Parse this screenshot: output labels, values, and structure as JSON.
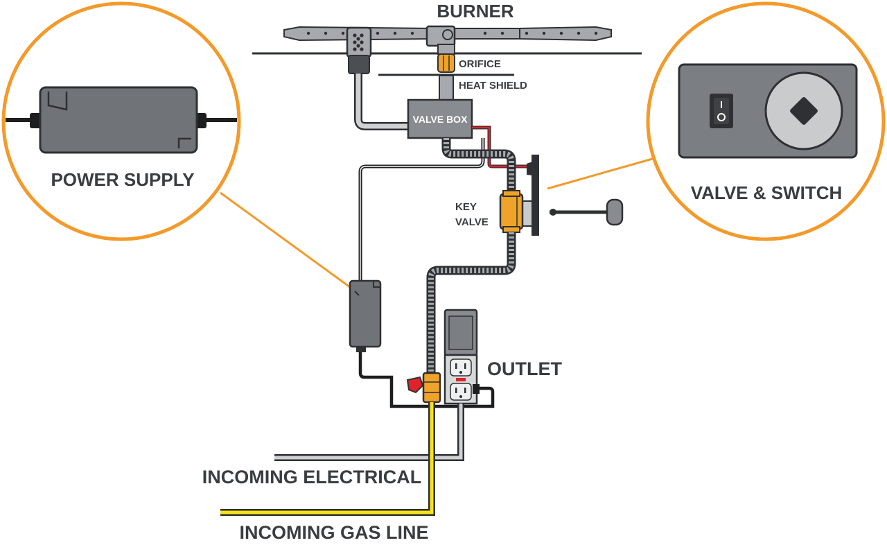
{
  "labels": {
    "burner": "BURNER",
    "orifice": "ORIFICE",
    "heat_shield": "HEAT SHIELD",
    "valve_box": "VALVE BOX",
    "key_valve_line1": "KEY",
    "key_valve_line2": "VALVE",
    "outlet": "OUTLET",
    "power_supply": "POWER SUPPLY",
    "valve_switch": "VALVE & SWITCH",
    "incoming_electrical": "INCOMING ELECTRICAL",
    "incoming_gas_line": "INCOMING GAS LINE"
  },
  "colors": {
    "accent_orange": "#f39a2a",
    "gas_yellow": "#f7e21b",
    "brass": "#f0a329",
    "hot_wire_red": "#e0232a",
    "body_gray": "#888b8f",
    "dark_outline": "#2e3033",
    "conduit_gray": "#cfd1d3"
  }
}
